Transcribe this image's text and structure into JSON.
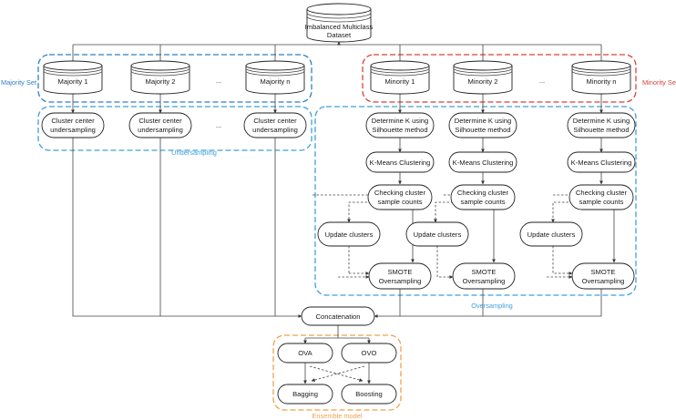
{
  "colors": {
    "majority": "#2f7fc6",
    "minority": "#d9423a",
    "undersampling": "#3fa0d8",
    "oversampling": "#3fa0d8",
    "ensemble": "#f0a04b",
    "ink": "#222222"
  },
  "dataset": {
    "label_line1": "Imbalanced Multiclass",
    "label_line2": "Dataset"
  },
  "majority": {
    "group_label": "Majority Set",
    "items": [
      "Majority 1",
      "Majority 2",
      "Majority n"
    ],
    "ellipsis": "..."
  },
  "minority": {
    "group_label": "Minority Set",
    "items": [
      "Minority 1",
      "Minority 2",
      "Minority n"
    ],
    "ellipsis": "..."
  },
  "undersampling": {
    "group_label": "Undersampling",
    "step_line1": "Cluster center",
    "step_line2": "undersampling",
    "ellipsis": "..."
  },
  "oversampling": {
    "group_label": "Oversampling",
    "determine_line1": "Determine K using",
    "determine_line2": "Silhouette method",
    "kmeans": "K-Means Clustering",
    "checking_line1": "Checking cluster",
    "checking_line2": "sample counts",
    "update": "Update clusters",
    "smote_line1": "SMOTE",
    "smote_line2": "Oversampling"
  },
  "concatenation": "Concatenation",
  "ensemble": {
    "group_label": "Ensemble model",
    "ova": "OVA",
    "ovo": "OVO",
    "bagging": "Bagging",
    "boosting": "Boosting"
  }
}
